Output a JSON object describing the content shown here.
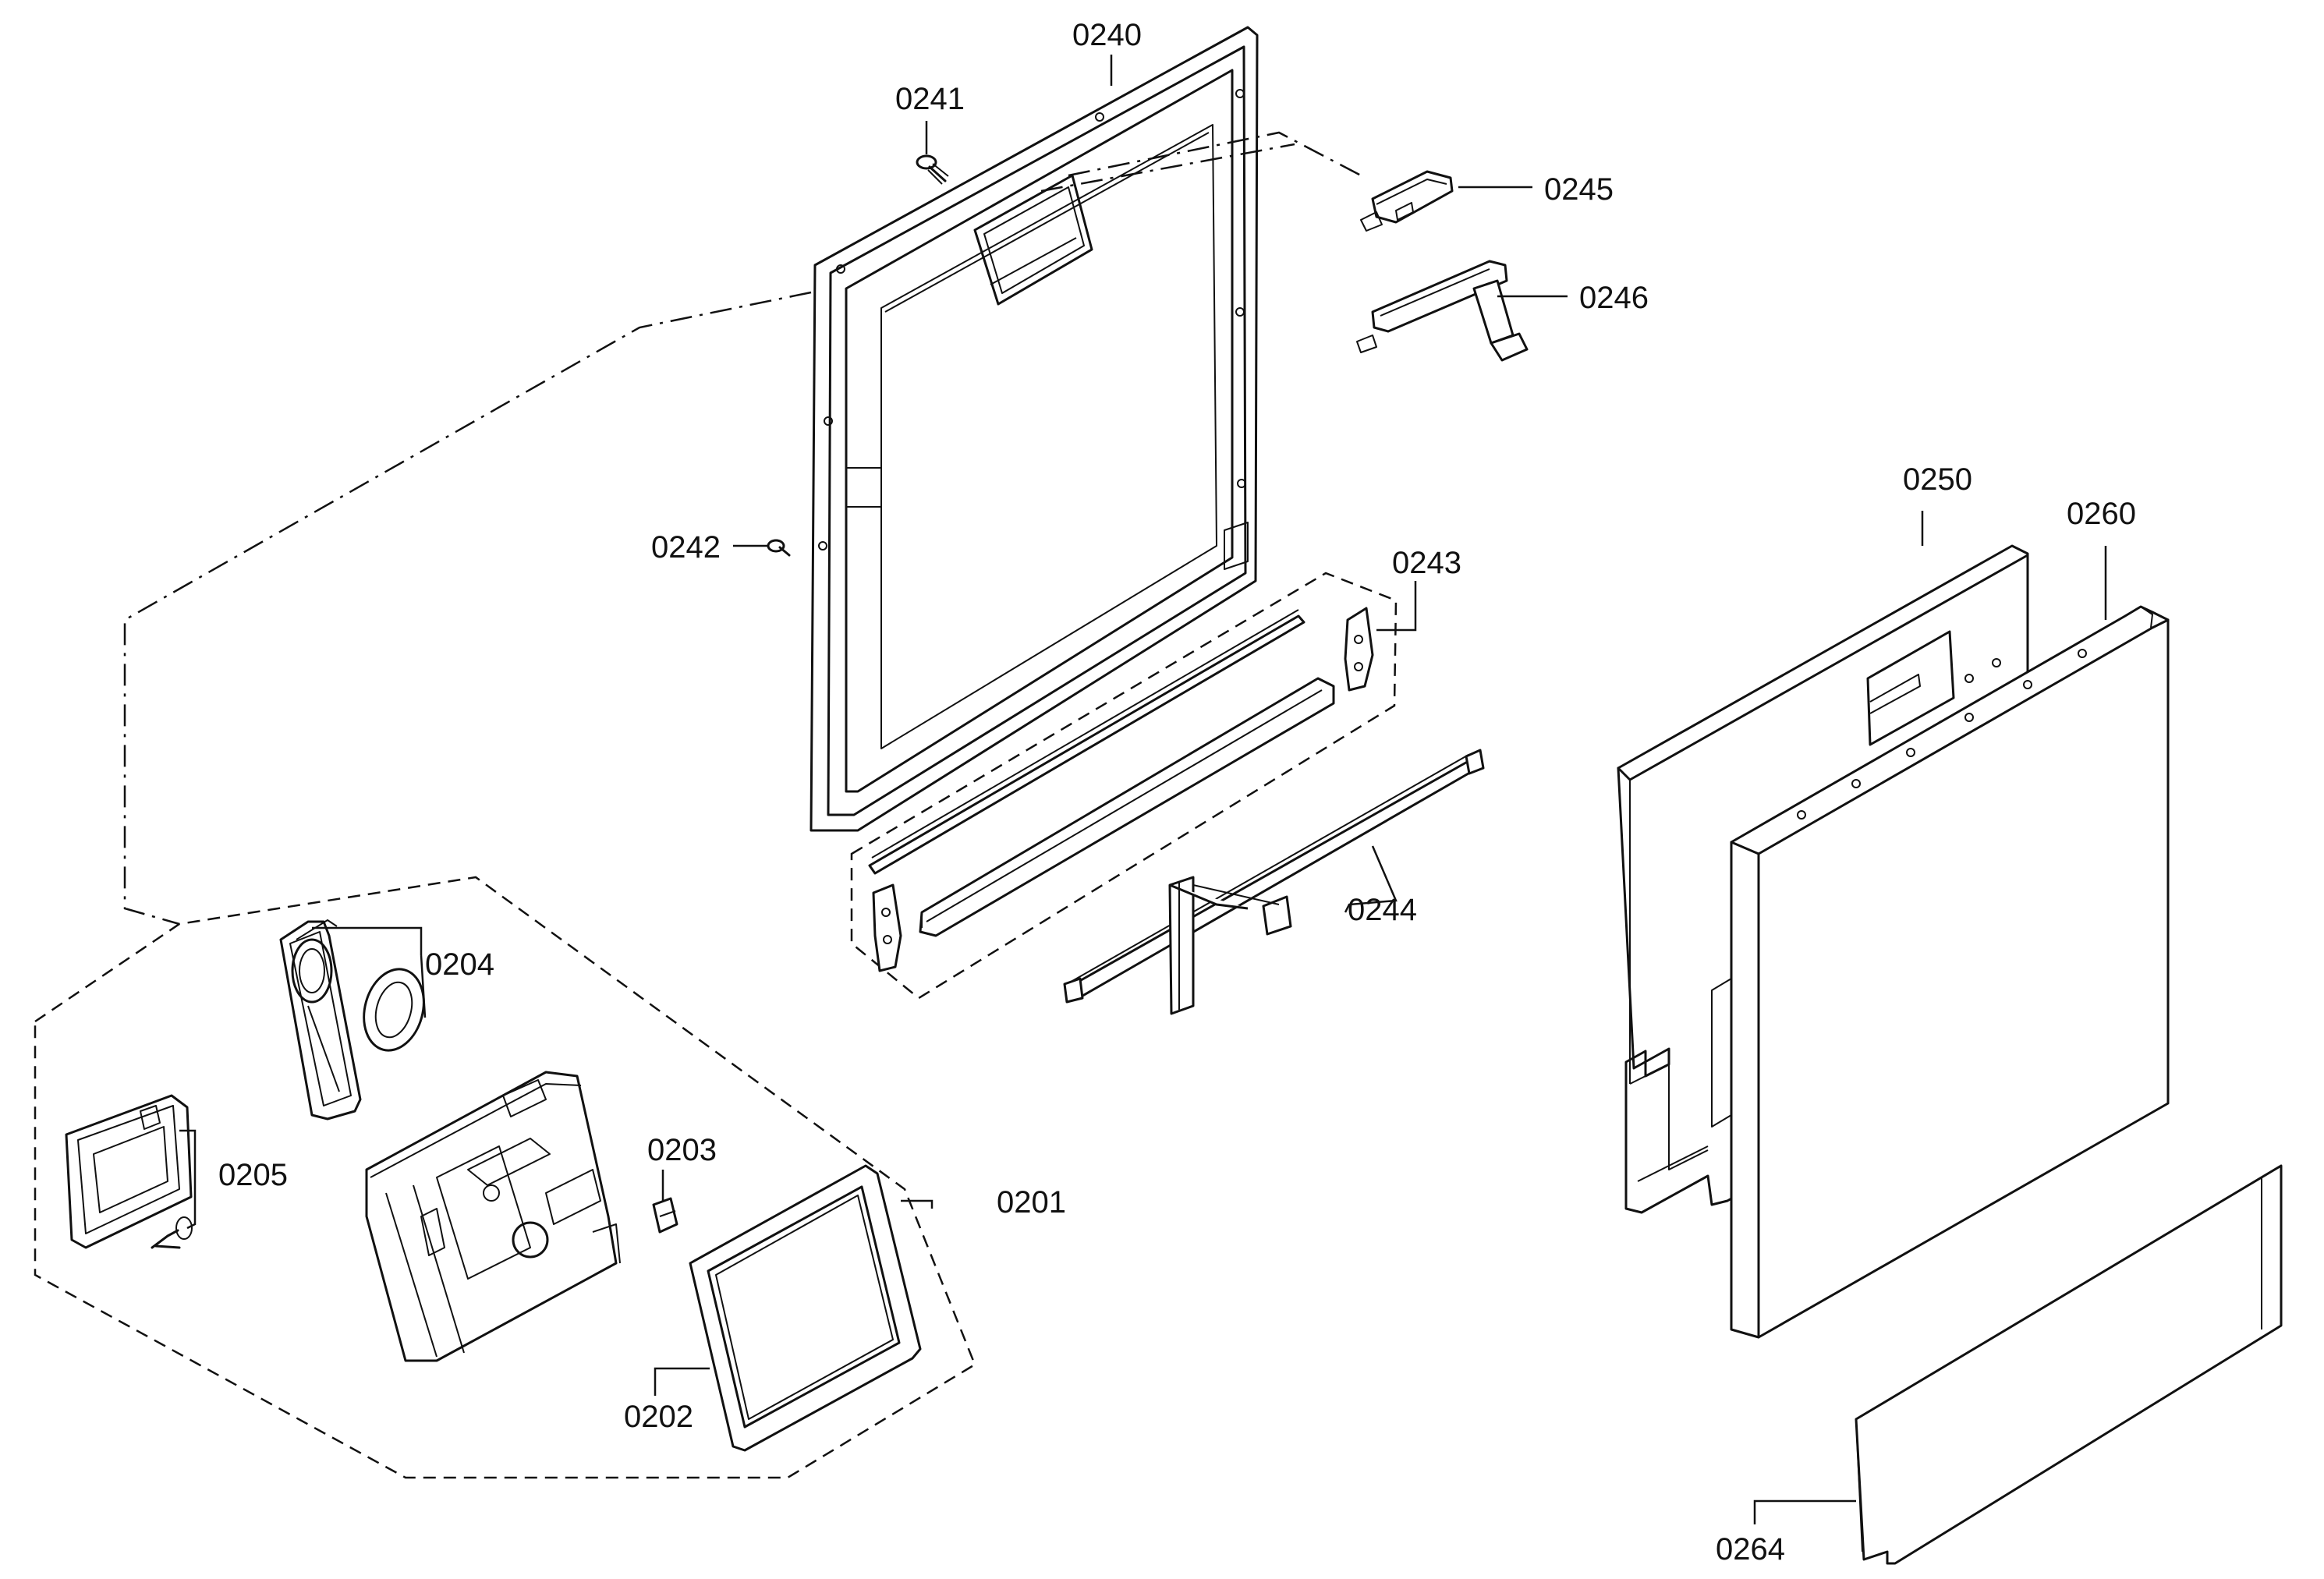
{
  "callouts": {
    "p0201": "0201",
    "p0202": "0202",
    "p0203": "0203",
    "p0204": "0204",
    "p0205": "0205",
    "p0240": "0240",
    "p0241": "0241",
    "p0242": "0242",
    "p0243": "0243",
    "p0244": "0244",
    "p0245": "0245",
    "p0246": "0246",
    "p0250": "0250",
    "p0260": "0260",
    "p0264": "0264"
  }
}
